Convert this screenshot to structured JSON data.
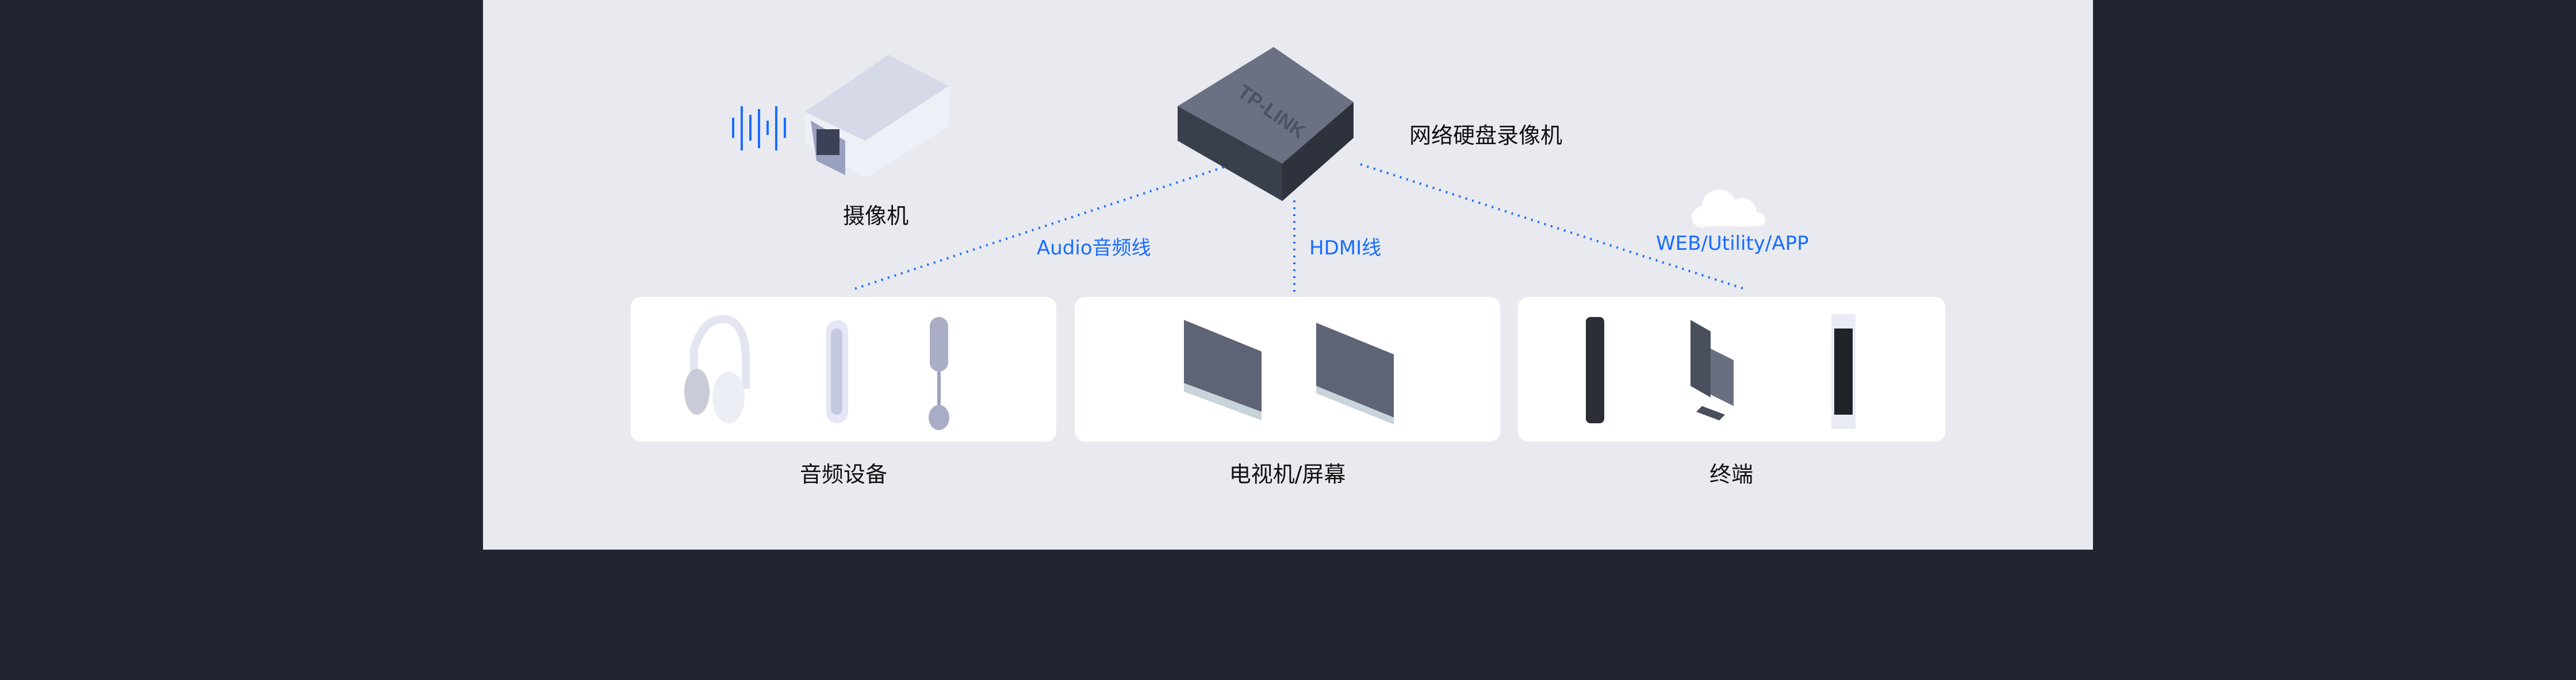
{
  "nodes": {
    "camera": "摄像机",
    "nvr": "网络硬盘录像机",
    "nvr_brand": "TP-LINK"
  },
  "links": {
    "audio": "Audio音频线",
    "hdmi": "HDMI线",
    "web": "WEB/Utility/APP"
  },
  "groups": [
    {
      "label": "音频设备"
    },
    {
      "label": "电视机/屏幕"
    },
    {
      "label": "终端"
    }
  ],
  "colors": {
    "accent": "#1a6cff",
    "background": "#1f2430",
    "panel": "#e8eaf0"
  }
}
